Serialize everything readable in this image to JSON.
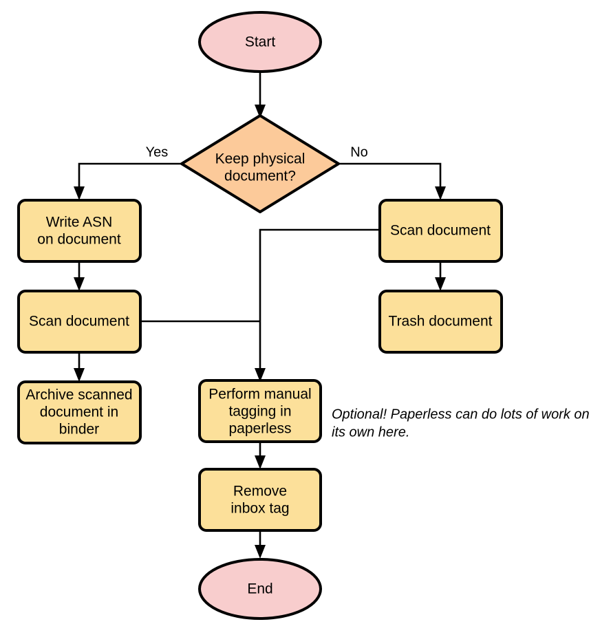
{
  "chart_data": {
    "type": "diagram",
    "diagram_type": "flowchart",
    "title": "",
    "orientation": "top-to-bottom",
    "nodes": [
      {
        "id": "start",
        "label": "Start",
        "shape": "ellipse",
        "color": "#f8cdcd"
      },
      {
        "id": "keep",
        "label": "Keep physical document?",
        "shape": "diamond",
        "color": "#fcca9a"
      },
      {
        "id": "asn",
        "label": "Write ASN on document",
        "shape": "rounded-rect",
        "color": "#fce09a"
      },
      {
        "id": "scanL",
        "label": "Scan document",
        "shape": "rounded-rect",
        "color": "#fce09a"
      },
      {
        "id": "archive",
        "label": "Archive scanned document in binder",
        "shape": "rounded-rect",
        "color": "#fce09a"
      },
      {
        "id": "scanR",
        "label": "Scan document",
        "shape": "rounded-rect",
        "color": "#fce09a"
      },
      {
        "id": "trash",
        "label": "Trash document",
        "shape": "rounded-rect",
        "color": "#fce09a"
      },
      {
        "id": "tagging",
        "label": "Perform manual tagging in paperless",
        "shape": "rounded-rect",
        "color": "#fce09a"
      },
      {
        "id": "inbox",
        "label": "Remove inbox tag",
        "shape": "rounded-rect",
        "color": "#fce09a"
      },
      {
        "id": "end",
        "label": "End",
        "shape": "ellipse",
        "color": "#f8cdcd"
      }
    ],
    "edges": [
      {
        "from": "start",
        "to": "keep",
        "label": ""
      },
      {
        "from": "keep",
        "to": "asn",
        "label": "Yes"
      },
      {
        "from": "keep",
        "to": "scanR",
        "label": "No"
      },
      {
        "from": "asn",
        "to": "scanL",
        "label": ""
      },
      {
        "from": "scanL",
        "to": "archive",
        "label": ""
      },
      {
        "from": "scanL",
        "to": "tagging",
        "label": ""
      },
      {
        "from": "scanR",
        "to": "trash",
        "label": ""
      },
      {
        "from": "scanR",
        "to": "tagging",
        "label": ""
      },
      {
        "from": "tagging",
        "to": "inbox",
        "label": ""
      },
      {
        "from": "inbox",
        "to": "end",
        "label": ""
      }
    ],
    "annotations": [
      {
        "id": "optional-note",
        "lines": [
          "Optional! Paperless can do lots of work on",
          "its own here."
        ],
        "style": "italic",
        "attached_to": "tagging"
      }
    ]
  },
  "nodes": {
    "start": {
      "label": "Start"
    },
    "decision": {
      "line1": "Keep physical",
      "line2": "document?"
    },
    "write_asn": {
      "line1": "Write ASN",
      "line2": "on document"
    },
    "scan_left": {
      "label": "Scan document"
    },
    "archive": {
      "line1": "Archive scanned",
      "line2": "document in",
      "line3": "binder"
    },
    "scan_right": {
      "label": "Scan document"
    },
    "trash": {
      "label": "Trash document"
    },
    "tagging": {
      "line1": "Perform manual",
      "line2": "tagging in",
      "line3": "paperless"
    },
    "remove_inbox": {
      "line1": "Remove",
      "line2": "inbox tag"
    },
    "end": {
      "label": "End"
    }
  },
  "edge_labels": {
    "yes": "Yes",
    "no": "No"
  },
  "annotation": {
    "line1": "Optional! Paperless can do lots of work on",
    "line2": "its own here."
  },
  "colors": {
    "terminal_fill": "#f8cdcd",
    "process_fill": "#fce09a",
    "decision_fill": "#fcca9a",
    "stroke": "#000000",
    "background": "#ffffff",
    "text": "#000000"
  }
}
